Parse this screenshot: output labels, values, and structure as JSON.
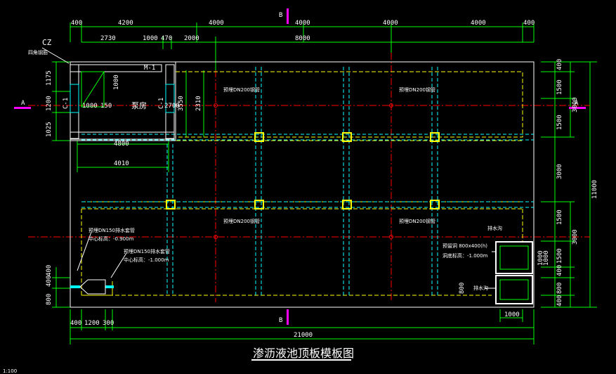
{
  "drawing": {
    "title": "渗沥液池顶板模板图",
    "scale_note": "1:100",
    "section_marks": {
      "a": "A",
      "b": "B"
    },
    "top_dims_row1": [
      "400",
      "4200",
      "4000",
      "4000",
      "4000",
      "4000",
      "400"
    ],
    "top_dims_row2": [
      "2730",
      "1000",
      "470",
      "2000",
      "8000"
    ],
    "bottom_dims": [
      "400",
      "1200",
      "300"
    ],
    "overall_width": "21000",
    "right_dims": [
      "400",
      "1500",
      "1500",
      "3000",
      "1500",
      "1500",
      "1000",
      "400",
      "800",
      "400"
    ],
    "right_subtotals": [
      "3000",
      "3000"
    ],
    "overall_height": "11000",
    "left_dims": [
      "1175",
      "1200",
      "1025"
    ],
    "left_bottom_dims": [
      "400",
      "400",
      "800"
    ],
    "room": {
      "cz_label": "CZ",
      "cz_note": "四角钢筋",
      "door": "M-1",
      "pump_room": "泵房",
      "window_left": "C-1",
      "window_right": "C-1",
      "dims": [
        "1000",
        "1000",
        "150",
        "3550",
        "2310",
        "2700",
        "4800",
        "4010"
      ]
    },
    "pipes": [
      "预埋DN200钢管",
      "预埋DN200钢管",
      "预埋DN200钢管",
      "预埋DN200钢管"
    ],
    "notes": {
      "drain1": "预埋DN150排水套管",
      "drain1_elev": "中心标高：-0.900m",
      "drain2": "预埋DN150排水套管",
      "drain2_elev": "中心标高：-1.000m",
      "sump_label": "排水沟",
      "sump_note": "预留洞 800x400(h)",
      "sump_elev": "洞底标高：-1.000m",
      "pit_label": "排水沟",
      "pit_dim1": "800",
      "pit_dim2": "1000",
      "pit_dim3": "1000"
    }
  },
  "colors": {
    "background": "#000000",
    "dimension": "#00ff00",
    "outline": "#ffffff",
    "dashed": "#ffff00",
    "axis": "#ff0000",
    "column": "#ffff00",
    "marker": "#ff00ff",
    "beam": "#00ffff"
  }
}
